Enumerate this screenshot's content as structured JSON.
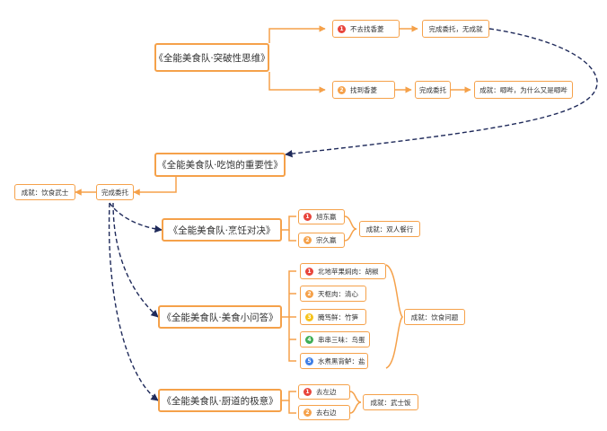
{
  "colors": {
    "accent": "#f5a14a",
    "dashed_link": "#1f2a5a"
  },
  "nodes": {
    "t1": "《全能美食队·突破性思维》",
    "t1_opt1": "不去找香菱",
    "t1_opt1_badge": "1",
    "t1_opt1_result": "完成委托，无成就",
    "t1_opt2": "找到香菱",
    "t1_opt2_badge": "2",
    "t1_opt2_done": "完成委托",
    "t1_opt2_ach": "成就：唧哔，为什么又是唧哔",
    "t2": "《全能美食队·吃饱的重要性》",
    "t2_done": "完成委托",
    "t2_ach": "成就：饮食武士",
    "t3": "《全能美食队·烹饪对决》",
    "t3_opt1": "旭东赢",
    "t3_opt2": "宗久赢",
    "t3_ach": "成就：双人餐行",
    "t4": "《全能美食队·美食小问答》",
    "t4_q1": "北地苹果焖肉：胡椒",
    "t4_q2": "天枢肉：清心",
    "t4_q3": "腌笃鲜：竹笋",
    "t4_q4": "串串三味：鸟蛋",
    "t4_q5": "水煮黑背鲈：盐",
    "t4_ach": "成就：饮食问题",
    "t5": "《全能美食队·厨道的极意》",
    "t5_opt1": "去左边",
    "t5_opt2": "去右边",
    "t5_ach": "成就：武士饭",
    "b1": "1",
    "b2": "2",
    "b3": "3",
    "b4": "4",
    "b5": "5"
  }
}
